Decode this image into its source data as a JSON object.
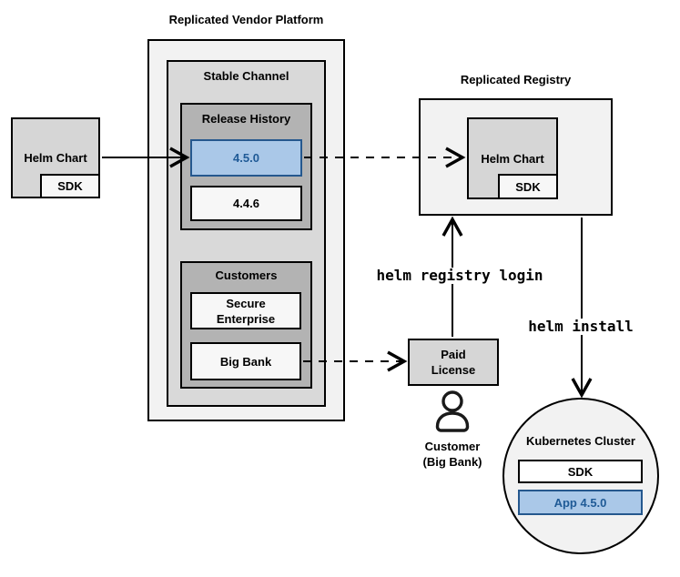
{
  "diagram": {
    "source_chart": {
      "label": "Helm Chart",
      "sdk_label": "SDK"
    },
    "platform": {
      "title": "Replicated Vendor Platform",
      "stable_channel": {
        "label": "Stable Channel",
        "release_history": {
          "label": "Release History",
          "versions": [
            {
              "label": "4.5.0",
              "highlighted": true
            },
            {
              "label": "4.4.6",
              "highlighted": false
            }
          ]
        },
        "customers": {
          "label": "Customers",
          "items": [
            {
              "lines": [
                "Secure",
                "Enterprise"
              ]
            },
            {
              "lines": [
                "Big Bank"
              ]
            }
          ]
        }
      }
    },
    "registry": {
      "title": "Replicated Registry",
      "chart_label": "Helm Chart",
      "sdk_label": "SDK"
    },
    "paid_license": {
      "lines": [
        "Paid",
        "License"
      ]
    },
    "customer": {
      "lines": [
        "Customer",
        "(Big Bank)"
      ]
    },
    "cluster": {
      "title": "Kubernetes Cluster",
      "sdk_label": "SDK",
      "app_label": "App 4.5.0"
    },
    "commands": {
      "registry_login": "helm registry login",
      "install": "helm install"
    },
    "icons": {
      "customer_icon": "person-icon"
    },
    "colors": {
      "container_fill": "#f2f2f2",
      "channel_fill": "#d9d9d9",
      "group_fill": "#b3b3b3",
      "chart_fill": "#d6d6d6",
      "item_fill": "#f7f7f7",
      "highlight_fill": "#aac8e8",
      "highlight_border": "#25588e",
      "highlight_text": "#1f5a96",
      "stroke": "#000000"
    }
  }
}
